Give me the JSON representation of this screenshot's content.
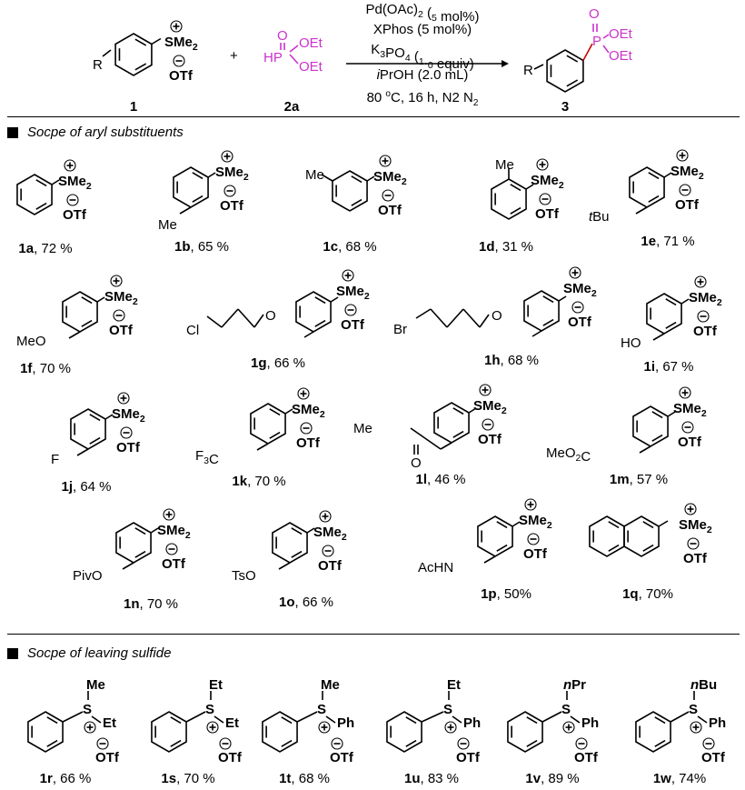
{
  "reaction": {
    "reactant1_label": "1",
    "reactant2_label": "2a",
    "product_label": "3",
    "plus": "+",
    "r_group": "R",
    "sulfonium_group": "SMe2",
    "counter_anion": "OTf",
    "phosphite_oet": "OEt",
    "conditions": {
      "catalyst": "Pd(OAc)2 (5 mol%)",
      "ligand": "XPhos (5 mol%)",
      "base": "K3PO4 (1.0 equiv)",
      "solvent": "iPrOH  (2.0 mL)",
      "temp": "80 oC, 16 h, N2"
    }
  },
  "section1": {
    "title": "Socpe of aryl substituents"
  },
  "section2": {
    "title": "Socpe of leaving sulfide"
  },
  "compounds": [
    {
      "id": "1a",
      "yield": ", 72 %"
    },
    {
      "id": "1b",
      "yield": ", 65 %"
    },
    {
      "id": "1c",
      "yield": ", 68 %"
    },
    {
      "id": "1d",
      "yield": ", 31 %"
    },
    {
      "id": "1e",
      "yield": ", 71 %"
    },
    {
      "id": "1f",
      "yield": ", 70 %"
    },
    {
      "id": "1g",
      "yield": ", 66 %"
    },
    {
      "id": "1h",
      "yield": ", 68 %"
    },
    {
      "id": "1i",
      "yield": ",  67 %"
    },
    {
      "id": "1j",
      "yield": ", 64 %"
    },
    {
      "id": "1k",
      "yield": ", 70 %"
    },
    {
      "id": "1l",
      "yield": ", 46 %"
    },
    {
      "id": "1m",
      "yield": ", 57 %"
    },
    {
      "id": "1n",
      "yield": ", 70 %"
    },
    {
      "id": "1o",
      "yield": ", 66 %"
    },
    {
      "id": "1p",
      "yield": ", 50%"
    },
    {
      "id": "1q",
      "yield": ", 70%"
    },
    {
      "id": "1r",
      "yield": ", 66 %"
    },
    {
      "id": "1s",
      "yield": ", 70 %"
    },
    {
      "id": "1t",
      "yield": ", 68 %"
    },
    {
      "id": "1u",
      "yield": ", 83 %"
    },
    {
      "id": "1v",
      "yield": ", 89 %"
    },
    {
      "id": "1w",
      "yield": ", 74%"
    }
  ],
  "substituents": {
    "me": "Me",
    "tbu": "tBu",
    "meo": "MeO",
    "cl": "Cl",
    "br": "Br",
    "o": "O",
    "ho": "HO",
    "f": "F",
    "cf3": "F3C",
    "ac": "Me",
    "co2me": "MeO2C",
    "piv": "PivO",
    "ts": "TsO",
    "achn": "AcHN"
  },
  "sulfide_groups": {
    "1r": [
      "Me",
      "Et"
    ],
    "1s": [
      "Et",
      "Et"
    ],
    "1t": [
      "Me",
      "Ph"
    ],
    "1u": [
      "Et",
      "Ph"
    ],
    "1v": [
      "nPr",
      "Ph"
    ],
    "1w": [
      "nBu",
      "Ph"
    ]
  },
  "colors": {
    "magenta": "#cc33cc",
    "red": "#cc0000",
    "black": "#000000"
  }
}
